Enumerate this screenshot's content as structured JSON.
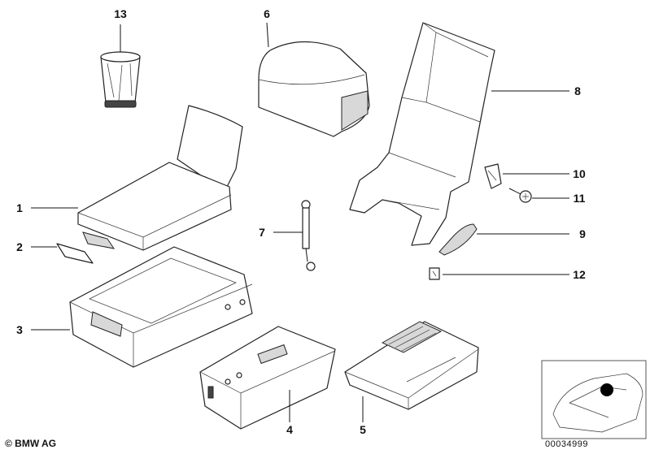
{
  "callouts": [
    {
      "id": "13",
      "label": "13"
    },
    {
      "id": "6",
      "label": "6"
    },
    {
      "id": "8",
      "label": "8"
    },
    {
      "id": "1",
      "label": "1"
    },
    {
      "id": "2",
      "label": "2"
    },
    {
      "id": "3",
      "label": "3"
    },
    {
      "id": "7",
      "label": "7"
    },
    {
      "id": "10",
      "label": "10"
    },
    {
      "id": "11",
      "label": "11"
    },
    {
      "id": "9",
      "label": "9"
    },
    {
      "id": "12",
      "label": "12"
    },
    {
      "id": "4",
      "label": "4"
    },
    {
      "id": "5",
      "label": "5"
    }
  ],
  "footer": {
    "copyright": "© BMW AG",
    "doc_number": "00034999"
  }
}
